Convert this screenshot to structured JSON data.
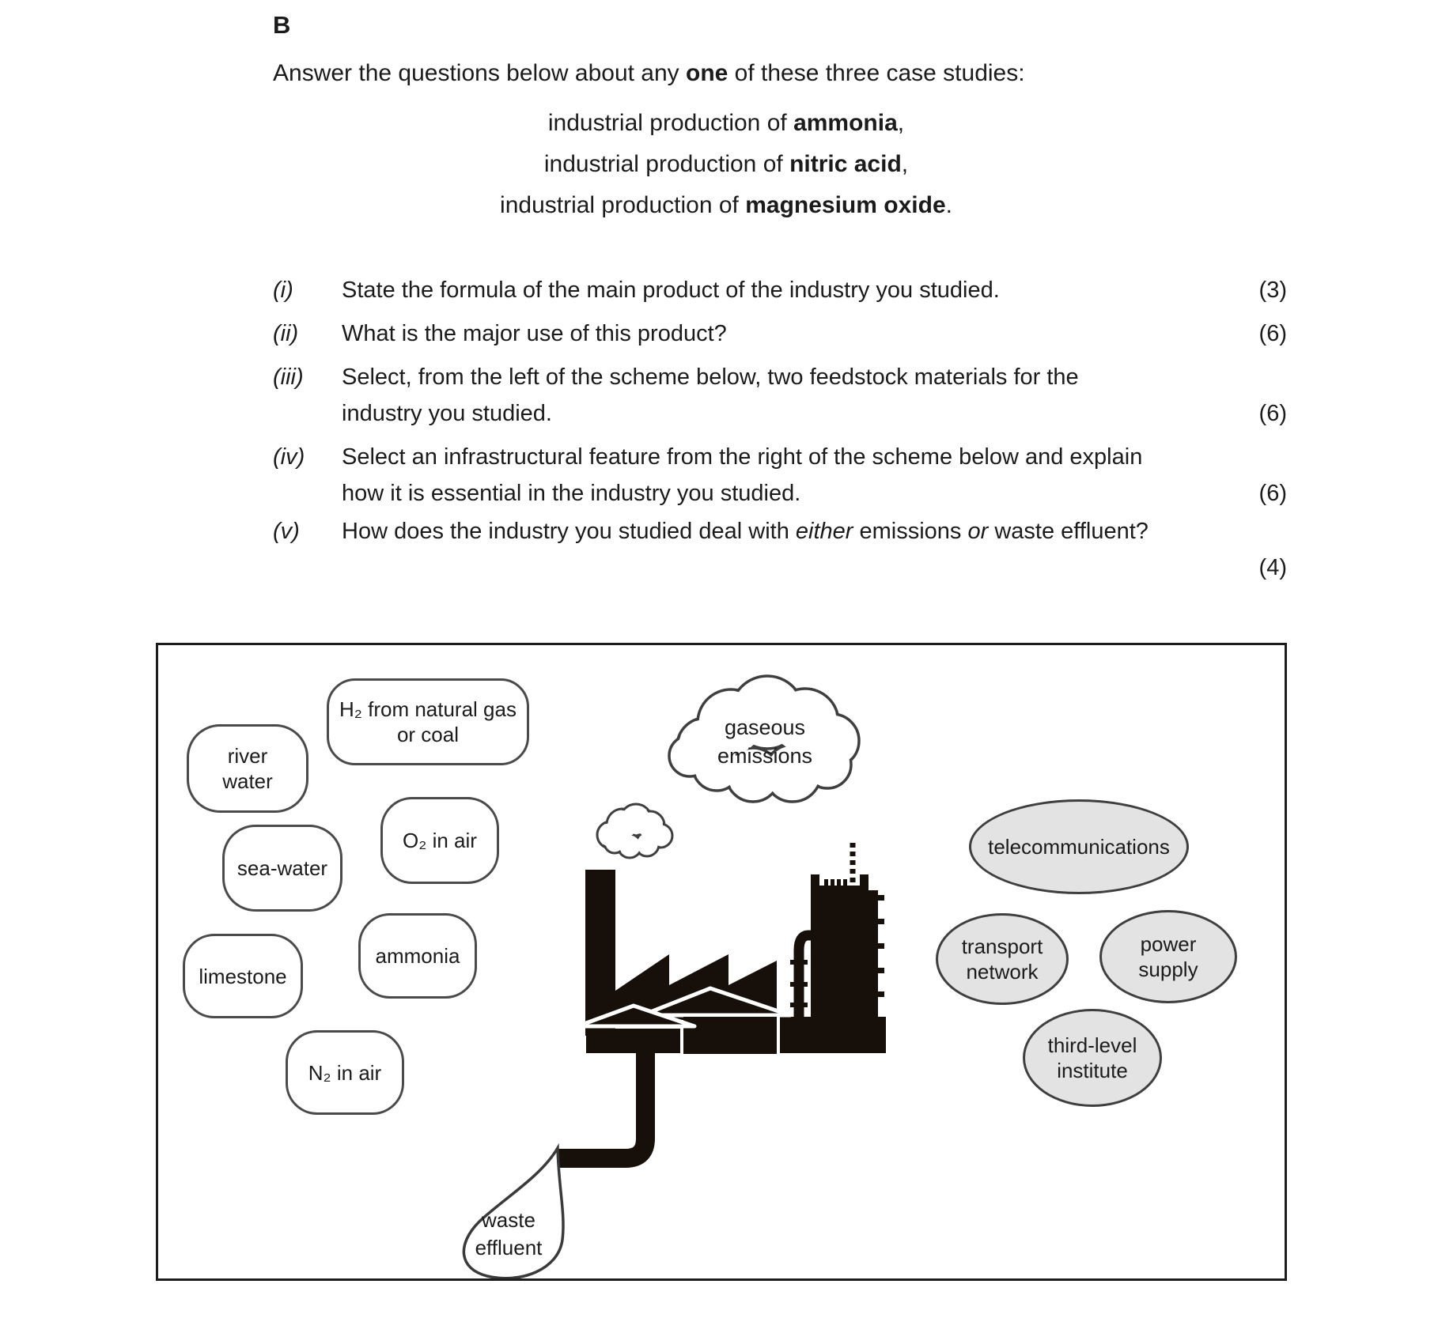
{
  "section_label": "B",
  "intro": {
    "lead_pre": "Answer the questions below about any ",
    "lead_bold": "one",
    "lead_post": " of these three case studies:",
    "case_studies": [
      {
        "pre": "industrial production of ",
        "name": "ammonia",
        "post": ","
      },
      {
        "pre": "industrial production of ",
        "name": "nitric acid",
        "post": ","
      },
      {
        "pre": "industrial production of ",
        "name": "magnesium oxide",
        "post": "."
      }
    ]
  },
  "questions": [
    {
      "num": "(i)",
      "line1": "State the formula of the main product of the industry you studied.",
      "marks": "(3)"
    },
    {
      "num": "(ii)",
      "line1": "What is the major use of this product?",
      "marks": "(6)"
    },
    {
      "num": "(iii)",
      "line1": "Select, from the left of the scheme below, two feedstock materials for the",
      "line2": "industry you studied.",
      "marks": "(6)"
    },
    {
      "num": "(iv)",
      "line1": "Select an infrastructural feature from the right of the scheme below and explain",
      "line2": "how it is essential in the industry you studied.",
      "marks": "(6)"
    },
    {
      "num": "(v)",
      "seg1": "How does the industry you studied deal with ",
      "em1": "either",
      "seg2": " emissions ",
      "em2": "or",
      "seg3": " waste effluent?",
      "marks": "(4)"
    }
  ],
  "scheme": {
    "feedstocks": [
      {
        "label": "H₂ from natural gas\nor coal"
      },
      {
        "label": "river\nwater"
      },
      {
        "label": "O₂ in air"
      },
      {
        "label": "sea-water"
      },
      {
        "label": "ammonia"
      },
      {
        "label": "limestone"
      },
      {
        "label": "N₂ in air"
      }
    ],
    "emissions_cloud_label": "gaseous\nemissions",
    "waste_label": "waste\neffluent",
    "infrastructure": [
      {
        "label": "telecommunications"
      },
      {
        "label": "transport\nnetwork"
      },
      {
        "label": "power\nsupply"
      },
      {
        "label": "third-level\ninstitute"
      }
    ],
    "colors": {
      "ellipse_fill": "#e3e3e3",
      "factory_silhouette": "#17100a",
      "outline_gray": "#454545"
    }
  }
}
